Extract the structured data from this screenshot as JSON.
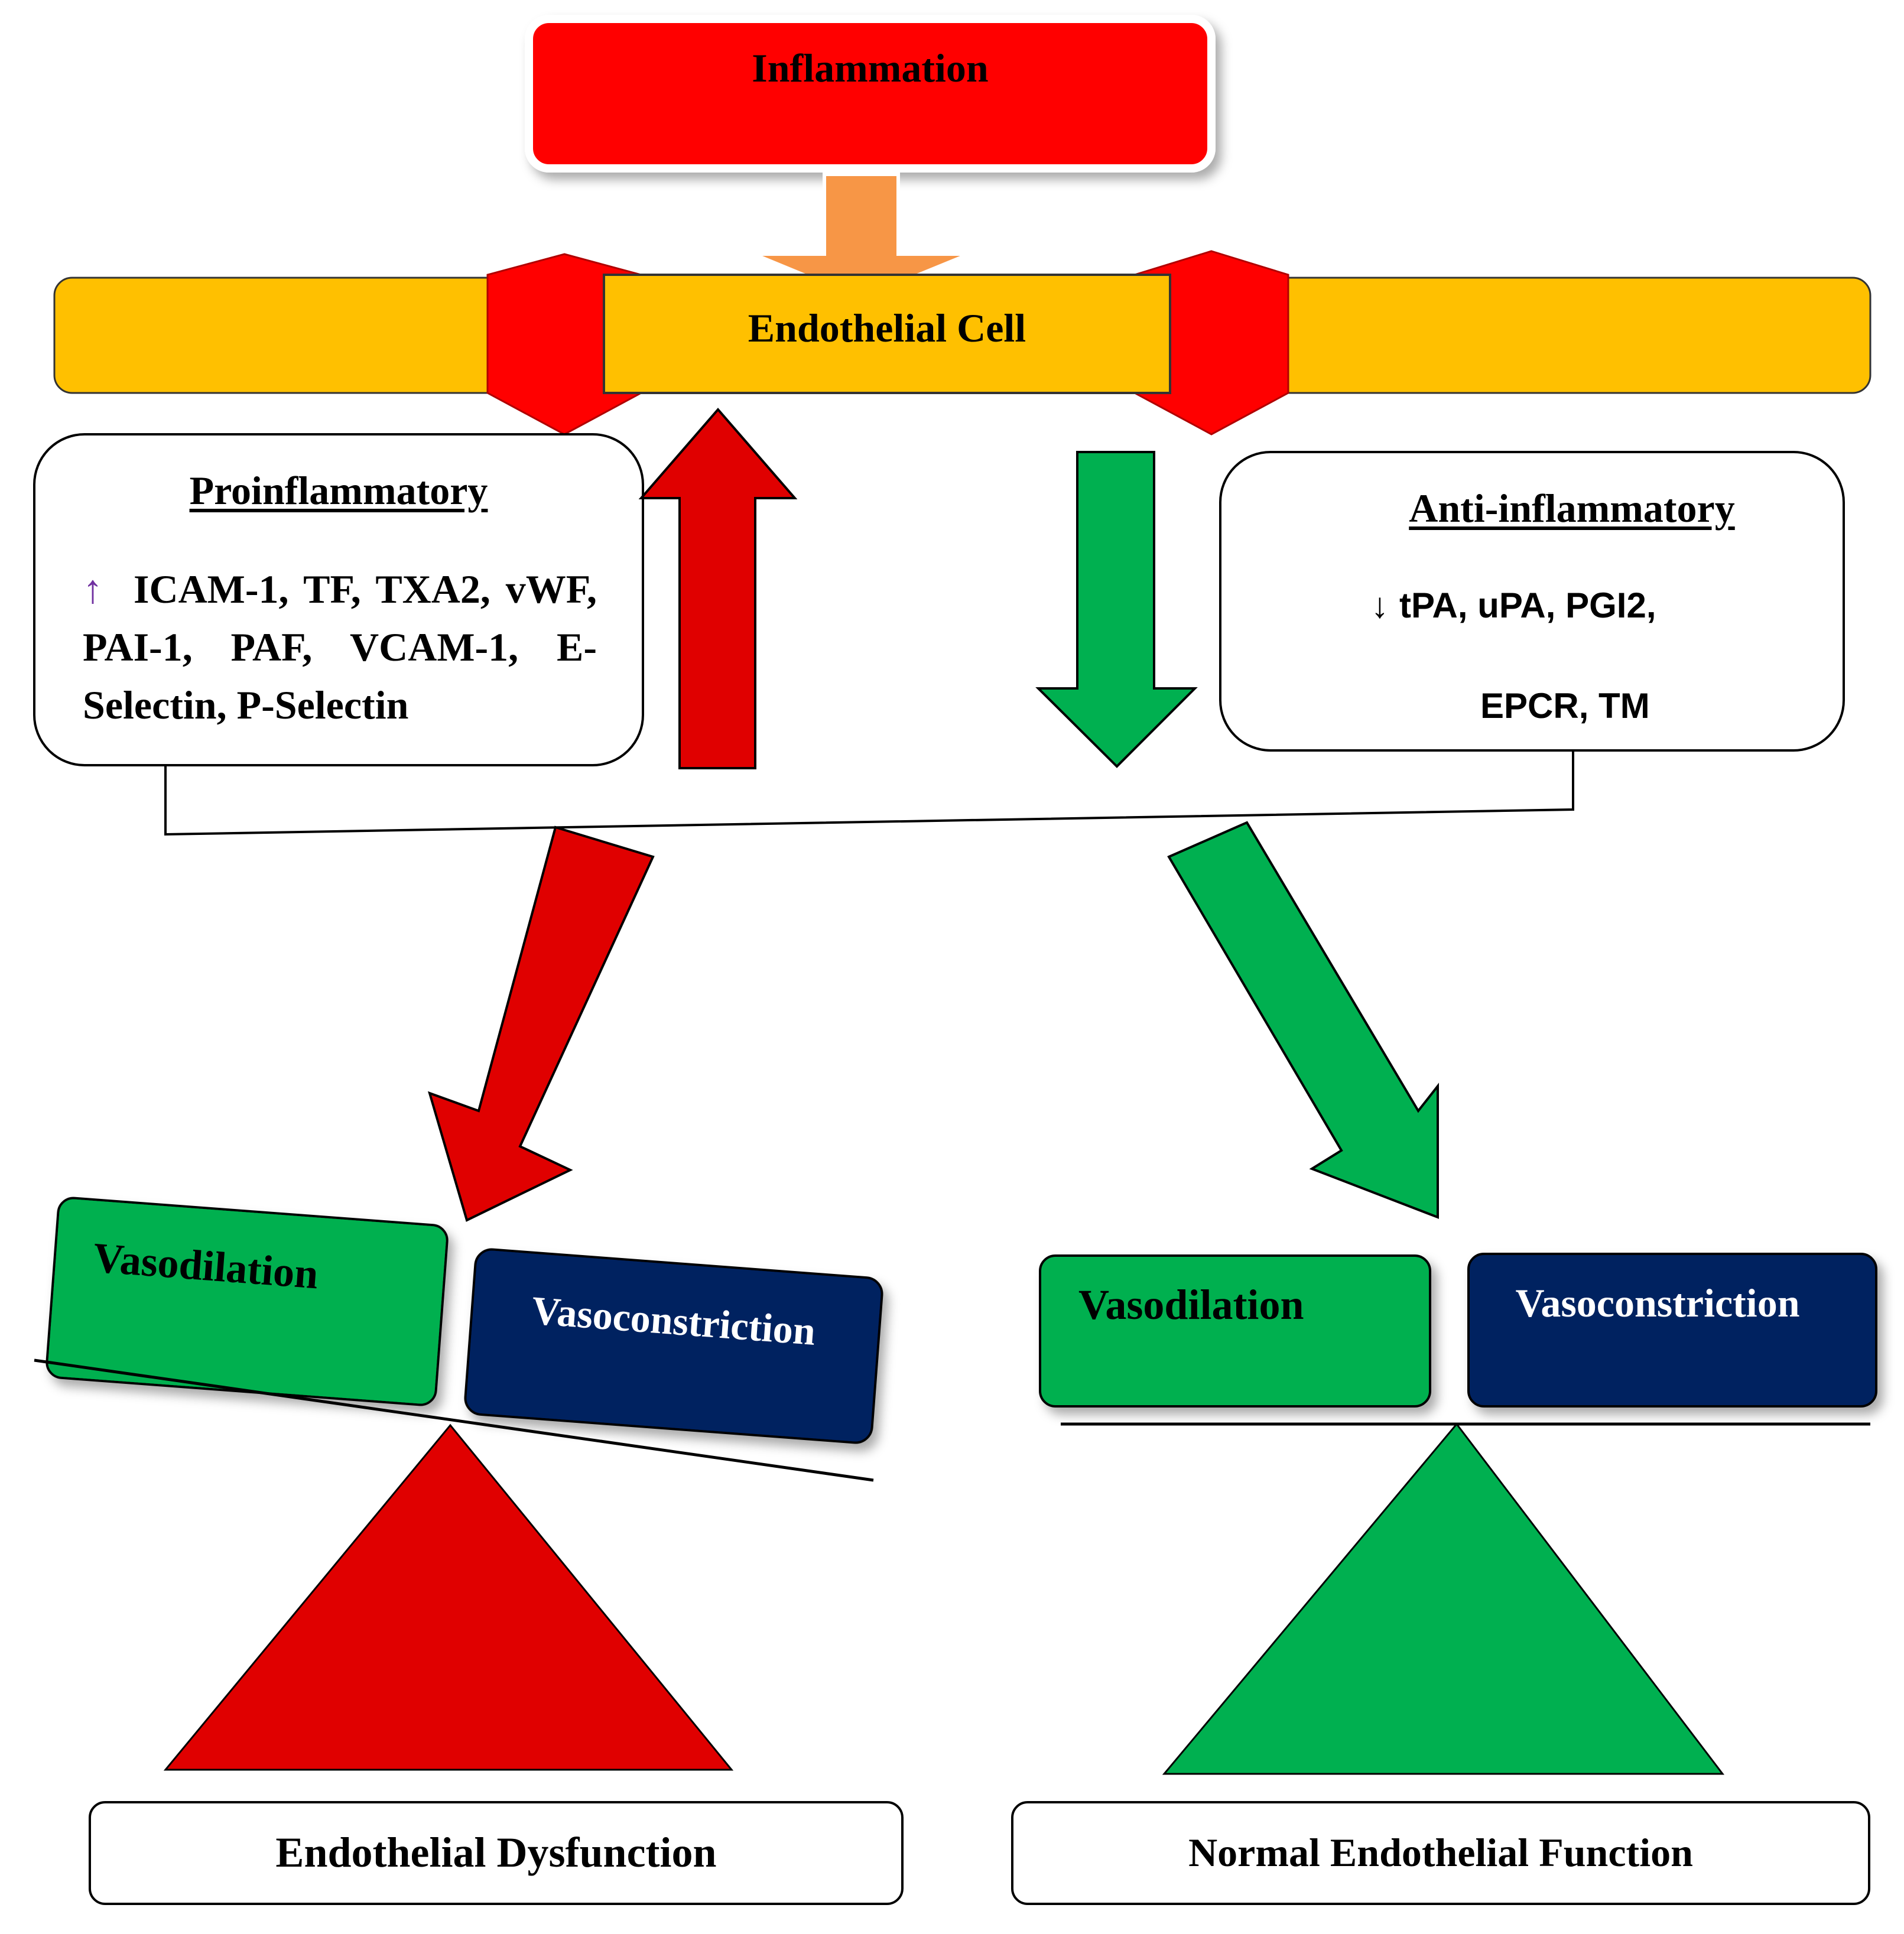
{
  "diagram": {
    "inflammation": "Inflammation",
    "endothelial_cell": "Endothelial Cell",
    "proinflammatory": {
      "title": "Proinflammatory",
      "arrow": "↑",
      "markers": "ICAM-1, TF, TXA2, vWF, PAI-1, PAF, VCAM-1, E-Selectin, P-Selectin"
    },
    "anti_inflammatory": {
      "title": "Anti-inflammatory",
      "arrow": "↓",
      "markers_line1": "tPA, uPA, PGI2,",
      "markers_line2": "EPCR, TM"
    },
    "left_balance": {
      "vasodilation": "Vasodilation",
      "vasoconstriction": "Vasoconstriction",
      "outcome": "Endothelial Dysfunction"
    },
    "right_balance": {
      "vasodilation": "Vasodilation",
      "vasoconstriction": "Vasoconstriction",
      "outcome": "Normal Endothelial Function"
    },
    "colors": {
      "red": "#e00000",
      "orange_bar": "#ffc000",
      "orange_arrow": "#f79646",
      "green": "#00b050",
      "navy": "#002060"
    }
  }
}
